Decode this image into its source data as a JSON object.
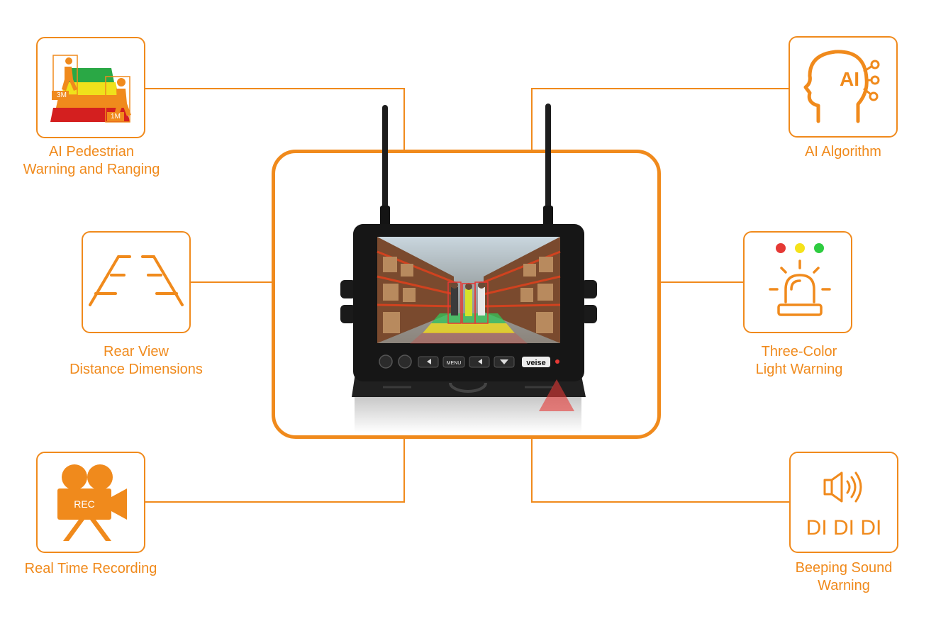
{
  "colors": {
    "accent": "#f08a1c",
    "warning_red": "#e53935",
    "warning_yellow": "#f5e21a",
    "warning_green": "#2ecc40"
  },
  "features": {
    "pedestrian": {
      "label_lines": [
        "AI Pedestrian",
        "Warning and Ranging"
      ],
      "distance_far": "3M",
      "distance_near": "1M",
      "icon": "pedestrian-zones-icon"
    },
    "ai_algorithm": {
      "label_lines": [
        "AI Algorithm"
      ],
      "icon_text": "AI",
      "icon": "ai-head-icon"
    },
    "rear_view": {
      "label_lines": [
        "Rear View",
        "Distance Dimensions"
      ],
      "icon": "guide-lines-icon"
    },
    "light_warning": {
      "label_lines": [
        "Three-Color",
        "Light Warning"
      ],
      "icon": "beacon-light-icon"
    },
    "recording": {
      "label_lines": [
        "Real Time Recording"
      ],
      "icon_text": "REC",
      "icon": "video-camera-icon"
    },
    "beeping": {
      "label_lines": [
        "Beeping Sound",
        "Warning"
      ],
      "icon_text": "DI DI DI",
      "icon": "speaker-icon"
    }
  },
  "monitor": {
    "brand": "veise",
    "menu_label": "MENU",
    "buttons": [
      "power-icon",
      "mode-icon",
      "left-arrow-icon",
      "menu",
      "right-arrow-icon",
      "down-arrow-icon"
    ]
  }
}
